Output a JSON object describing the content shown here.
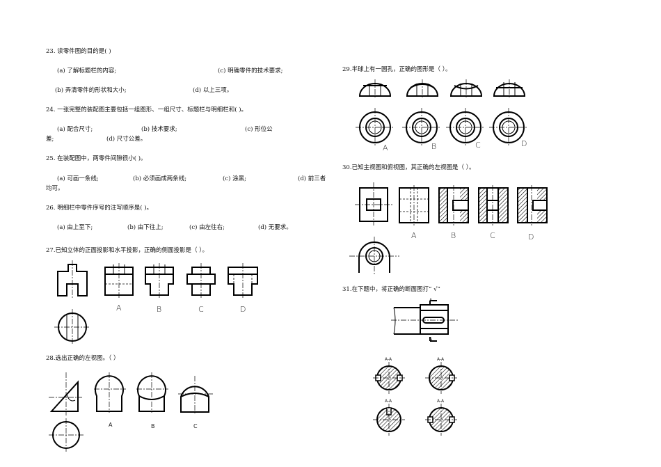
{
  "q23": {
    "question": "23. 读零件图的目的是(            )",
    "a": "(a) 了解标题栏的内容;",
    "c": "(c) 明确零件的技术要求;",
    "b": "(b) 弄清零件的形状和大小;",
    "d": "(d) 以上三项。"
  },
  "q24": {
    "question": "24. 一张完整的装配图主要包括一组图形、一组尺寸、标题栏与明细栏和(              )。",
    "a": "(a) 配合尺寸;",
    "b": "(b) 技术要求;",
    "c_start": "(c) 形位公",
    "c_end": "差;",
    "d": "(d) 尺寸公差。"
  },
  "q25": {
    "question": "25. 在装配图中，两零件间隙很小(            )。",
    "a": "(a) 可画一条线;",
    "b": "(b) 必须画成两条线;",
    "c": "(c) 涂黑;",
    "d_start": "(d) 前三者",
    "d_end": "均可。"
  },
  "q26": {
    "question": "26. 明细栏中零件序号的注写顺序是(            )。",
    "a": "(a) 由上至下;",
    "b": "(b) 由下往上;",
    "c": "(c) 由左往右;",
    "d": "(d) 无要求。"
  },
  "q27": {
    "question": "27.已知立体的正面投影和水平投影，正确的侧面投影是（        ）。",
    "labels": [
      "A",
      "B",
      "C",
      "D"
    ]
  },
  "q28": {
    "question": "28.选出正确的左视图。（        ）",
    "labels": [
      "A",
      "B",
      "C"
    ]
  },
  "q29": {
    "question": "29.半球上有一圆孔，正确的图形是（        ）。",
    "labels": [
      "A",
      "B",
      "C",
      "D"
    ]
  },
  "q30": {
    "question": "30.已知主视图和俯视图，其正确的左视图是（        ）。",
    "labels": [
      "A",
      "B",
      "C",
      "D"
    ]
  },
  "q31": {
    "question": "31.在下题中，将正确的断面图打“ √”",
    "section_label": "A-A",
    "cut_label": "A"
  }
}
